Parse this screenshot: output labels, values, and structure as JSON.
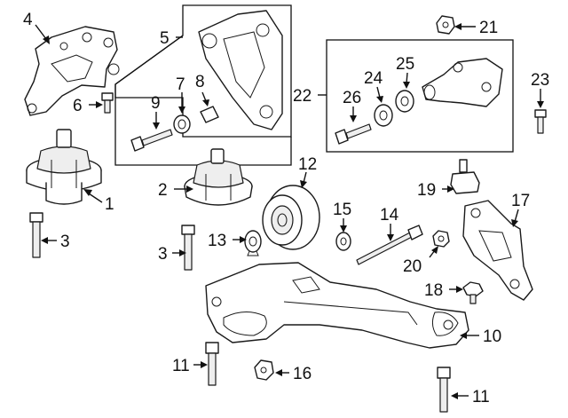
{
  "callouts": {
    "c1": "1",
    "c2": "2",
    "c3a": "3",
    "c3b": "3",
    "c4": "4",
    "c5": "5",
    "c6": "6",
    "c7": "7",
    "c8": "8",
    "c9": "9",
    "c10": "10",
    "c11a": "11",
    "c11b": "11",
    "c12": "12",
    "c13": "13",
    "c14": "14",
    "c15": "15",
    "c16": "16",
    "c17": "17",
    "c18": "18",
    "c19": "19",
    "c20": "20",
    "c21": "21",
    "c22": "22",
    "c23": "23",
    "c24": "24",
    "c25": "25",
    "c26": "26"
  }
}
